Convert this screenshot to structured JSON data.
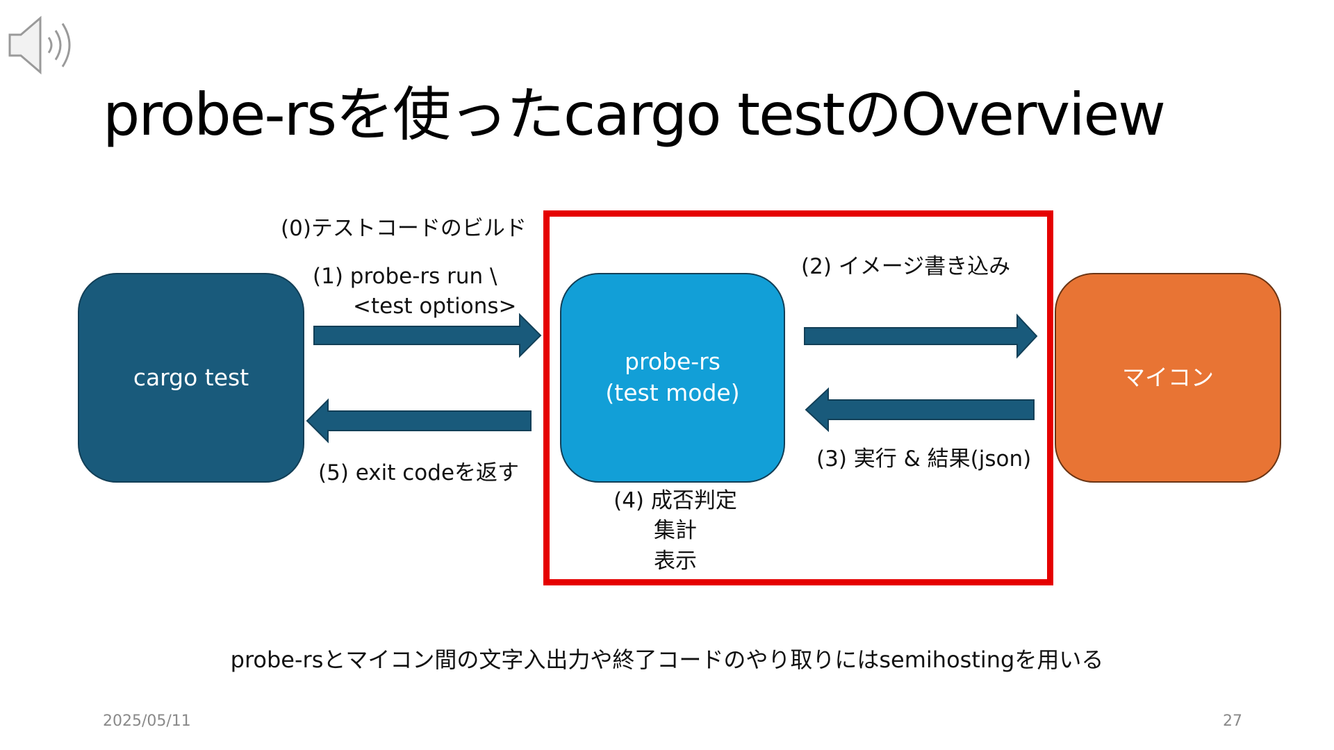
{
  "title": "probe-rsを使ったcargo testのOverview",
  "icon": "speaker-icon",
  "colors": {
    "cargo_box": "#195a7b",
    "probe_box": "#129fd7",
    "mcu_box": "#e87434",
    "arrow": "#195a7b",
    "highlight": "#e50000"
  },
  "nodes": {
    "cargo_test": "cargo test",
    "probe_rs": "probe-rs\n(test mode)",
    "mcu": "マイコン"
  },
  "steps": {
    "step0": "(0)テストコードのビルド",
    "step1_line1": "(1) probe-rs run \\",
    "step1_line2": "<test options>",
    "step2": "(2) イメージ書き込み",
    "step3": "(3) 実行 & 結果(json)",
    "step4": "(4) 成否判定\n集計\n表示",
    "step5": "(5) exit codeを返す"
  },
  "footer_note": "probe-rsとマイコン間の文字入出力や終了コードのやり取りにはsemihostingを用いる",
  "date": "2025/05/11",
  "page_number": "27"
}
